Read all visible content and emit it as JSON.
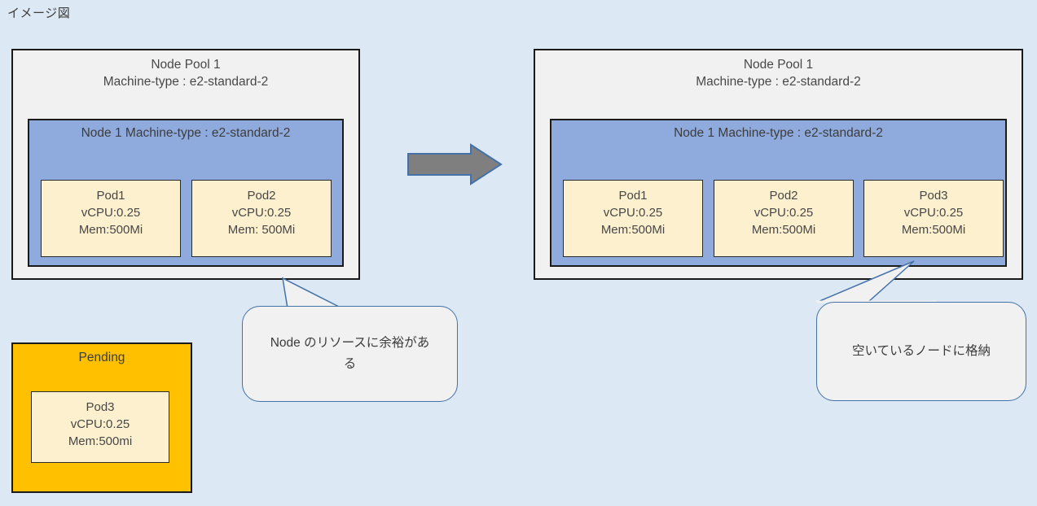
{
  "page": {
    "title": "イメージ図",
    "background_color": "#dde8f5"
  },
  "colors": {
    "background": "#dde8f5",
    "nodepool_fill": "#f1f1f1",
    "node_fill": "#8faadc",
    "pod_fill": "#fdf0ce",
    "pending_fill": "#ffc000",
    "callout_fill": "#f1f1f1",
    "callout_border": "#4472a8",
    "arrow_fill": "#7f7f7f",
    "arrow_border": "#4472a8",
    "box_border": "#1a1a1a",
    "text": "#404040"
  },
  "left_diagram": {
    "nodepool": {
      "title": "Node Pool 1",
      "machine_type": "Machine-type : e2-standard-2"
    },
    "node": {
      "title": "Node 1",
      "machine_type": "Machine-type : e2-standard-2"
    },
    "pods": [
      {
        "name": "Pod1",
        "cpu": "vCPU:0.25",
        "mem": "Mem:500Mi"
      },
      {
        "name": "Pod2",
        "cpu": "vCPU:0.25",
        "mem": "Mem: 500Mi"
      }
    ]
  },
  "right_diagram": {
    "nodepool": {
      "title": "Node Pool 1",
      "machine_type": "Machine-type : e2-standard-2"
    },
    "node": {
      "title": "Node 1",
      "machine_type": "Machine-type : e2-standard-2"
    },
    "pods": [
      {
        "name": "Pod1",
        "cpu": "vCPU:0.25",
        "mem": "Mem:500Mi"
      },
      {
        "name": "Pod2",
        "cpu": "vCPU:0.25",
        "mem": "Mem:500Mi"
      },
      {
        "name": "Pod3",
        "cpu": "vCPU:0.25",
        "mem": "Mem:500Mi"
      }
    ]
  },
  "pending": {
    "title": "Pending",
    "pod": {
      "name": "Pod3",
      "cpu": "vCPU:0.25",
      "mem": "Mem:500mi"
    }
  },
  "callouts": {
    "left": {
      "text": "Node のリソースに余裕がある"
    },
    "right": {
      "text": "空いているノードに格納"
    }
  },
  "arrow": {
    "icon": "right-arrow-icon",
    "direction": "right"
  }
}
